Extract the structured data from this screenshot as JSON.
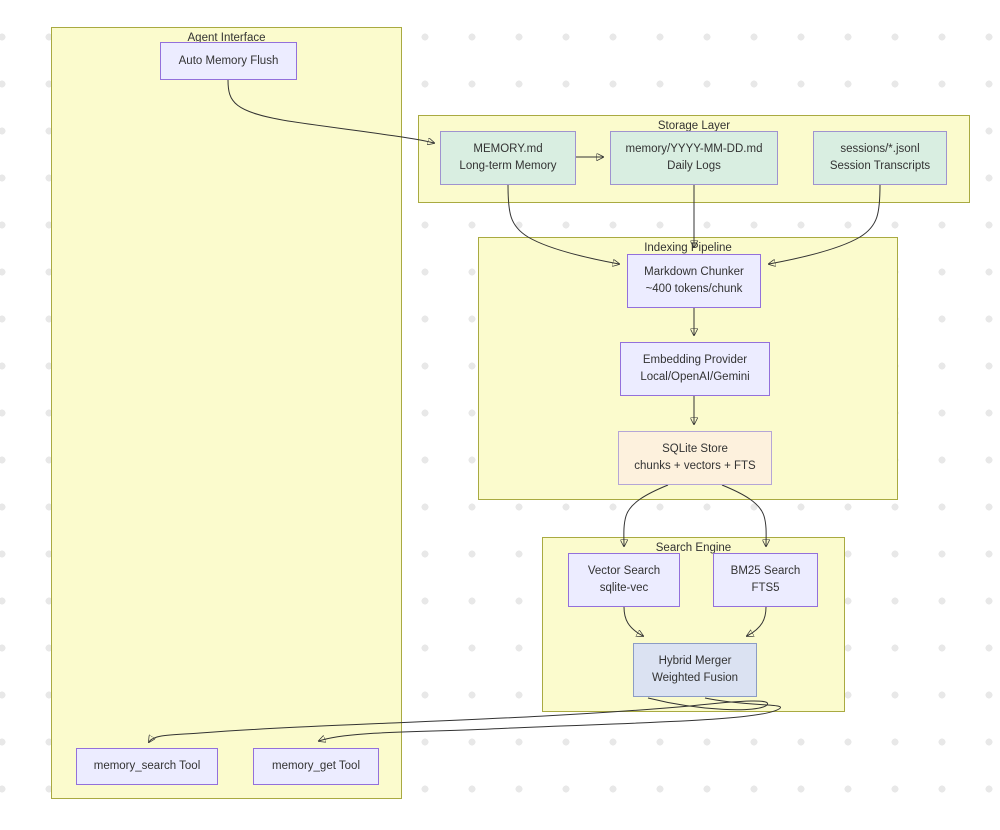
{
  "diagram_type": "flowchart",
  "containers": {
    "agent_interface": {
      "label": "Agent Interface"
    },
    "storage_layer": {
      "label": "Storage Layer"
    },
    "indexing_pipeline": {
      "label": "Indexing Pipeline"
    },
    "search_engine": {
      "label": "Search Engine"
    }
  },
  "nodes": {
    "auto_memory_flush": {
      "line1": "Auto Memory Flush"
    },
    "memory_md": {
      "line1": "MEMORY.md",
      "line2": "Long-term Memory"
    },
    "daily_logs": {
      "line1": "memory/YYYY-MM-DD.md",
      "line2": "Daily Logs"
    },
    "sessions": {
      "line1": "sessions/*.jsonl",
      "line2": "Session Transcripts"
    },
    "markdown_chunker": {
      "line1": "Markdown Chunker",
      "line2": "~400 tokens/chunk"
    },
    "embedding_provider": {
      "line1": "Embedding Provider",
      "line2": "Local/OpenAI/Gemini"
    },
    "sqlite_store": {
      "line1": "SQLite Store",
      "line2": "chunks + vectors + FTS"
    },
    "vector_search": {
      "line1": "Vector Search",
      "line2": "sqlite-vec"
    },
    "bm25_search": {
      "line1": "BM25 Search",
      "line2": "FTS5"
    },
    "hybrid_merger": {
      "line1": "Hybrid Merger",
      "line2": "Weighted Fusion"
    },
    "memory_search_tool": {
      "line1": "memory_search Tool"
    },
    "memory_get_tool": {
      "line1": "memory_get Tool"
    }
  },
  "edges": [
    {
      "from": "Auto Memory Flush",
      "to": "MEMORY.md"
    },
    {
      "from": "MEMORY.md",
      "to": "memory/YYYY-MM-DD.md"
    },
    {
      "from": "MEMORY.md",
      "to": "Markdown Chunker"
    },
    {
      "from": "memory/YYYY-MM-DD.md",
      "to": "Markdown Chunker"
    },
    {
      "from": "sessions/*.jsonl",
      "to": "Markdown Chunker"
    },
    {
      "from": "Markdown Chunker",
      "to": "Embedding Provider"
    },
    {
      "from": "Embedding Provider",
      "to": "SQLite Store"
    },
    {
      "from": "SQLite Store",
      "to": "Vector Search"
    },
    {
      "from": "SQLite Store",
      "to": "BM25 Search"
    },
    {
      "from": "Vector Search",
      "to": "Hybrid Merger"
    },
    {
      "from": "BM25 Search",
      "to": "Hybrid Merger"
    },
    {
      "from": "Hybrid Merger",
      "to": "memory_search Tool"
    },
    {
      "from": "Hybrid Merger",
      "to": "memory_get Tool"
    }
  ],
  "colors": {
    "cluster_fill": "#fbfbcd",
    "cluster_border": "#a9aa41",
    "node_lavender_fill": "#ececff",
    "node_green_fill": "#d9eee1",
    "node_cream_fill": "#fdf1dd",
    "node_blue_fill": "#dbe2f2",
    "node_border": "#9370db",
    "edge_color": "#333333",
    "background_dot": "#e8e8e8"
  }
}
